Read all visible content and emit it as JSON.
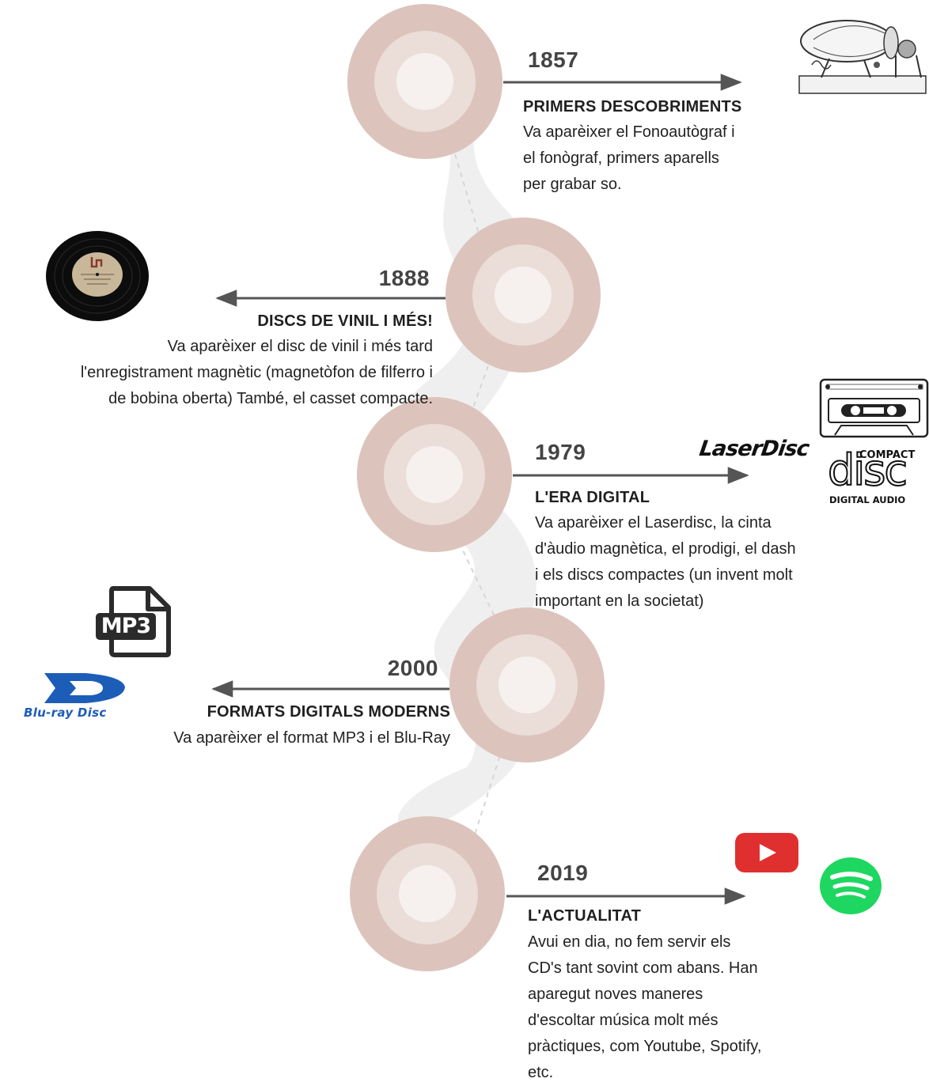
{
  "colors": {
    "ring_outer": "#dcc4bc",
    "ring_mid": "#ebddd8",
    "ring_inner": "#f6f1ef",
    "band": "#eeeeee",
    "arrow": "#555555",
    "youtube": "#e02f2f",
    "spotify": "#1ed760",
    "bluray": "#1c5db8"
  },
  "events": [
    {
      "year": "1857",
      "title": "PRIMERS DESCOBRIMENTS",
      "lines": [
        "Va aparèixer el Fonoautògraf i",
        "el fonògraf, primers aparells",
        "per grabar so."
      ],
      "side": "right",
      "icons": [
        "phonautograph-icon"
      ]
    },
    {
      "year": "1888",
      "title": "DISCS DE VINIL I MÉS!",
      "lines": [
        "Va aparèixer el disc de vinil i més tard",
        "l'enregistrament magnètic (magnetòfon de filferro i",
        "de bobina oberta) També, el casset compacte."
      ],
      "side": "left",
      "icons": [
        "vinyl-record-icon"
      ]
    },
    {
      "year": "1979",
      "title": "L'ERA DIGITAL",
      "lines": [
        "Va aparèixer el Laserdisc, la cinta",
        "d'àudio magnètica, el prodigi, el dash",
        "i els discs compactes (un invent molt",
        "important en la societat)"
      ],
      "side": "right",
      "icons": [
        "laserdisc-logo",
        "cassette-icon",
        "compact-disc-logo"
      ]
    },
    {
      "year": "2000",
      "title": "FORMATS DIGITALS MODERNS",
      "lines": [
        "Va aparèixer el format MP3 i el Blu-Ray"
      ],
      "side": "left",
      "icons": [
        "mp3-file-icon",
        "bluray-logo"
      ]
    },
    {
      "year": "2019",
      "title": "L'ACTUALITAT",
      "lines": [
        "Avui en dia, no fem servir els",
        "CD's  tant sovint com abans. Han",
        "aparegut noves maneres",
        "d'escoltar música molt més",
        "pràctiques, com Youtube, Spotify,",
        "etc."
      ],
      "side": "right",
      "icons": [
        "youtube-icon",
        "spotify-icon"
      ]
    }
  ],
  "logos": {
    "laserdisc": "LaserDisc",
    "mp3": "MP3",
    "bluray": "Blu-ray Disc",
    "cd_compact": "COMPACT",
    "cd_disc": "disc",
    "cd_digital": "DIGITAL AUDIO"
  }
}
